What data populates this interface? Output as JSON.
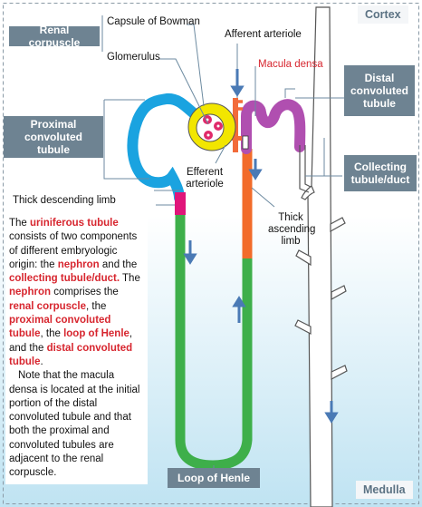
{
  "zones": {
    "top": "Cortex",
    "bottom": "Medulla"
  },
  "labels": {
    "capsule": "Capsule of Bowman",
    "glomerulus": "Glomerulus",
    "afferent": "Afferent arteriole",
    "macula": "Macula densa",
    "efferent1": "Efferent",
    "efferent2": "arteriole",
    "thick_desc": "Thick descending limb",
    "thick_asc1": "Thick",
    "thick_asc2": "ascending",
    "thick_asc3": "limb"
  },
  "boxes": {
    "renal_corpuscle": "Renal corpuscle",
    "proximal1": "Proximal",
    "proximal2": "convoluted tubule",
    "distal1": "Distal",
    "distal2": "convoluted",
    "distal3": "tubule",
    "collecting1": "Collecting",
    "collecting2": "tubule/duct",
    "loop": "Loop of Henle"
  },
  "description": {
    "p1": [
      {
        "t": "The ",
        "hl": false
      },
      {
        "t": "uriniferous tubule",
        "hl": true
      },
      {
        "t": " consists of two components of different embryologic origin: the ",
        "hl": false
      },
      {
        "t": "nephron",
        "hl": true
      },
      {
        "t": " and the ",
        "hl": false
      },
      {
        "t": "collecting tubule/duct.",
        "hl": true
      },
      {
        "t": " The ",
        "hl": false
      },
      {
        "t": "nephron",
        "hl": true
      },
      {
        "t": " comprises the ",
        "hl": false
      },
      {
        "t": "renal corpuscle",
        "hl": true
      },
      {
        "t": ", the ",
        "hl": false
      },
      {
        "t": "proximal convoluted tubule",
        "hl": true
      },
      {
        "t": ", the ",
        "hl": false
      },
      {
        "t": "loop of Henle",
        "hl": true
      },
      {
        "t": ", and the ",
        "hl": false
      },
      {
        "t": "distal convoluted tubule",
        "hl": true
      },
      {
        "t": ".",
        "hl": false
      }
    ],
    "p2": "Note that the macula densa is located at the initial portion of the distal convoluted tubule and that both the proximal and convoluted tubules are adjacent to the renal corpuscle."
  },
  "colors": {
    "proximal": "#1aa3e0",
    "bowman": "#f2e600",
    "glomerulus": "#e02a6a",
    "afferent": "#f26b3a",
    "distal": "#b04fb0",
    "thick_descending": "#e0157a",
    "loop_thin": "#3eaf4a",
    "thick_ascending": "#f26b2a",
    "box_fill": "#6e8392",
    "arrow": "#4a7ab5",
    "highlight": "#d7262f"
  }
}
